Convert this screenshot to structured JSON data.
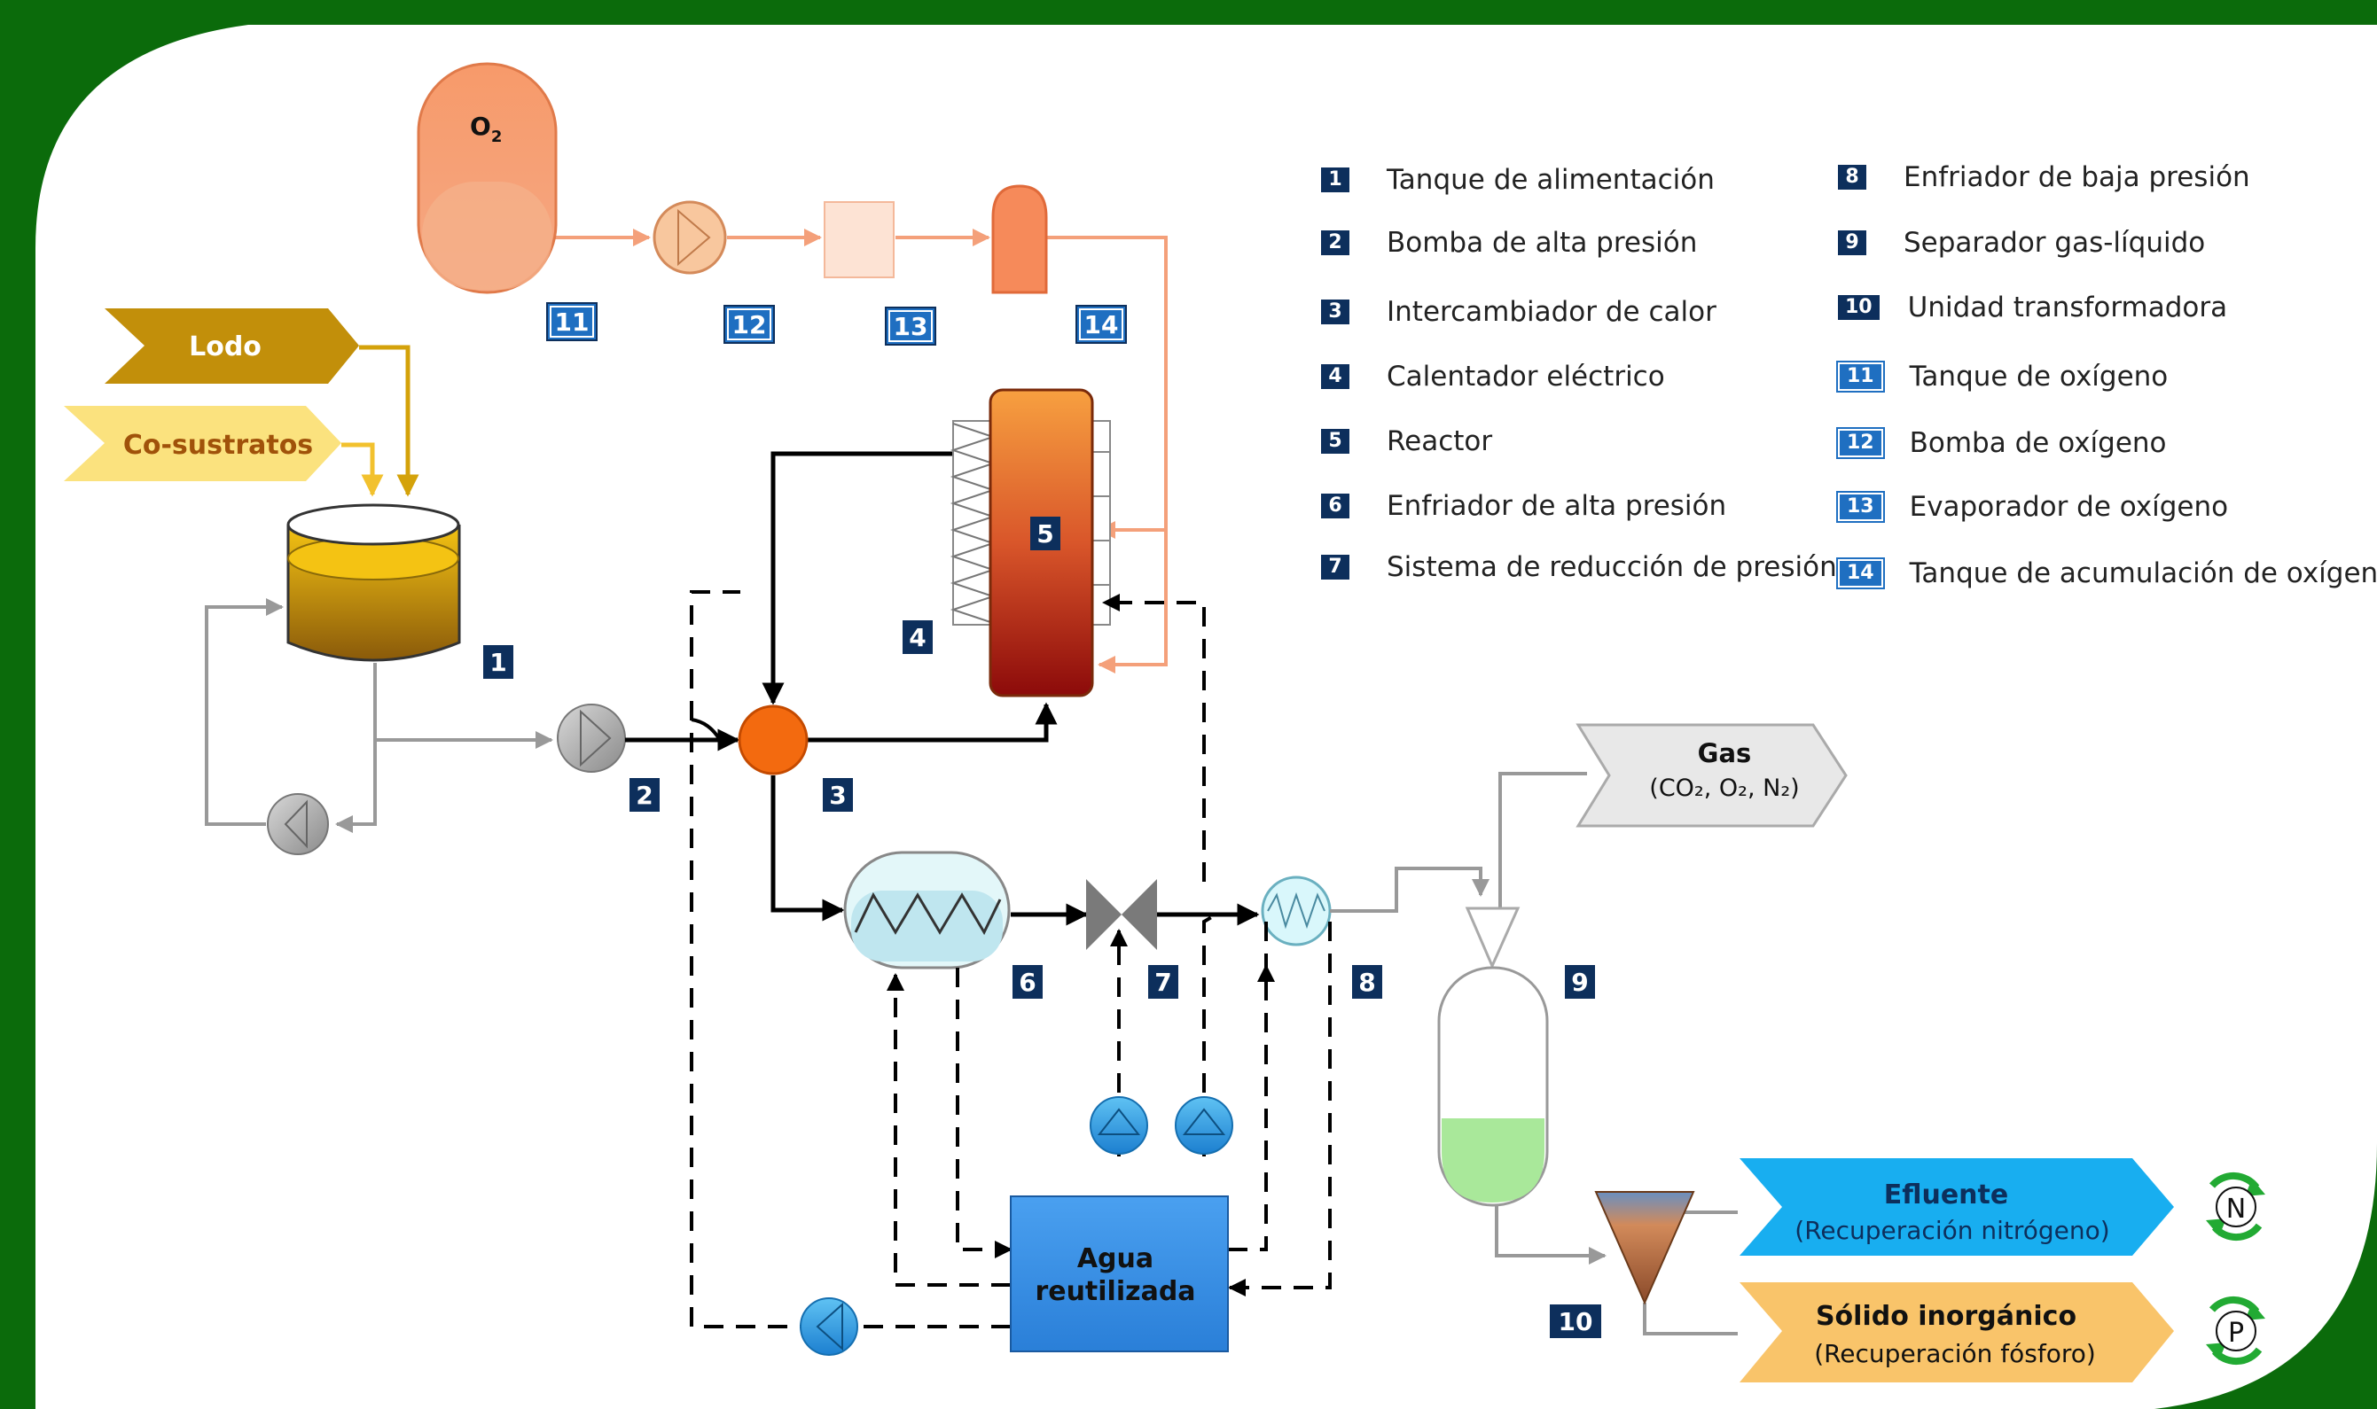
{
  "colors": {
    "frame_green": "#0b6b0b",
    "orange_line": "#f4a07a",
    "gold_line": "#d4a20a",
    "badge_dark": "#0d2f5c",
    "badge_blue": "#1f6fc1",
    "water_box": "#3a8ee6"
  },
  "tank_o2": {
    "label": "O",
    "subscript": "2"
  },
  "inputs": {
    "lodo": "Lodo",
    "cosustratos": "Co-sustratos"
  },
  "gas_output": {
    "label": "Gas",
    "composition": "(CO₂, O₂, N₂)"
  },
  "efluente": {
    "title": "Efluente",
    "subtitle": "(Recuperación nitrógeno)",
    "symbol": "N"
  },
  "solido": {
    "title": "Sólido inorgánico",
    "subtitle": "(Recuperación fósforo)",
    "symbol": "P"
  },
  "agua": {
    "line1": "Agua",
    "line2": "reutilizada"
  },
  "badges": {
    "b1": "1",
    "b2": "2",
    "b3": "3",
    "b4": "4",
    "b5": "5",
    "b6": "6",
    "b7": "7",
    "b8": "8",
    "b9": "9",
    "b10": "10",
    "b11": "11",
    "b12": "12",
    "b13": "13",
    "b14": "14"
  },
  "legend": [
    {
      "num": "1",
      "label": "Tanque de alimentación"
    },
    {
      "num": "2",
      "label": "Bomba de alta presión"
    },
    {
      "num": "3",
      "label": "Intercambiador de calor"
    },
    {
      "num": "4",
      "label": "Calentador eléctrico"
    },
    {
      "num": "5",
      "label": "Reactor"
    },
    {
      "num": "6",
      "label": "Enfriador de alta presión"
    },
    {
      "num": "7",
      "label": "Sistema de reducción de presión"
    },
    {
      "num": "8",
      "label": "Enfriador de baja presión"
    },
    {
      "num": "9",
      "label": "Separador gas-líquido"
    },
    {
      "num": "10",
      "label": "Unidad transformadora"
    },
    {
      "num": "11",
      "label": "Tanque de oxígeno"
    },
    {
      "num": "12",
      "label": "Bomba de oxígeno"
    },
    {
      "num": "13",
      "label": "Evaporador de oxígeno"
    },
    {
      "num": "14",
      "label": "Tanque de acumulación de oxígeno"
    }
  ]
}
